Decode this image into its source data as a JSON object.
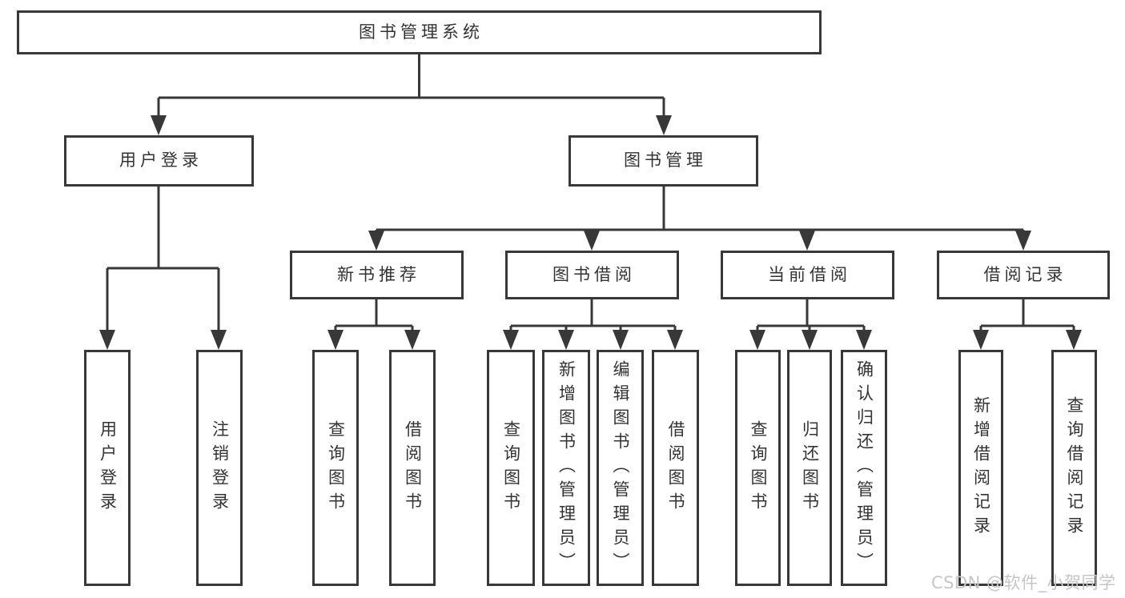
{
  "tree": {
    "root": {
      "label": "图书管理系统"
    },
    "level2": [
      {
        "label": "用户登录"
      },
      {
        "label": "图书管理"
      }
    ],
    "level3": [
      {
        "label": "新书推荐"
      },
      {
        "label": "图书借阅"
      },
      {
        "label": "当前借阅"
      },
      {
        "label": "借阅记录"
      }
    ],
    "leaves": {
      "user_login": [
        "用户登录",
        "注销登录"
      ],
      "new_books": [
        "查询图书",
        "借阅图书"
      ],
      "book_borrow": [
        "查询图书",
        "新增图书（管理员）",
        "编辑图书（管理员）",
        "借阅图书"
      ],
      "current_borrow": [
        "查询图书",
        "归还图书",
        "确认归还（管理员）"
      ],
      "borrow_records": [
        "新增借阅记录",
        "查询借阅记录"
      ]
    }
  },
  "watermark": {
    "text": "CSDN @软件_小贺同学"
  },
  "colors": {
    "line": "#383838",
    "box_border": "#383838",
    "text": "#333333",
    "watermark": "#c6c6c6",
    "background": "#ffffff"
  }
}
